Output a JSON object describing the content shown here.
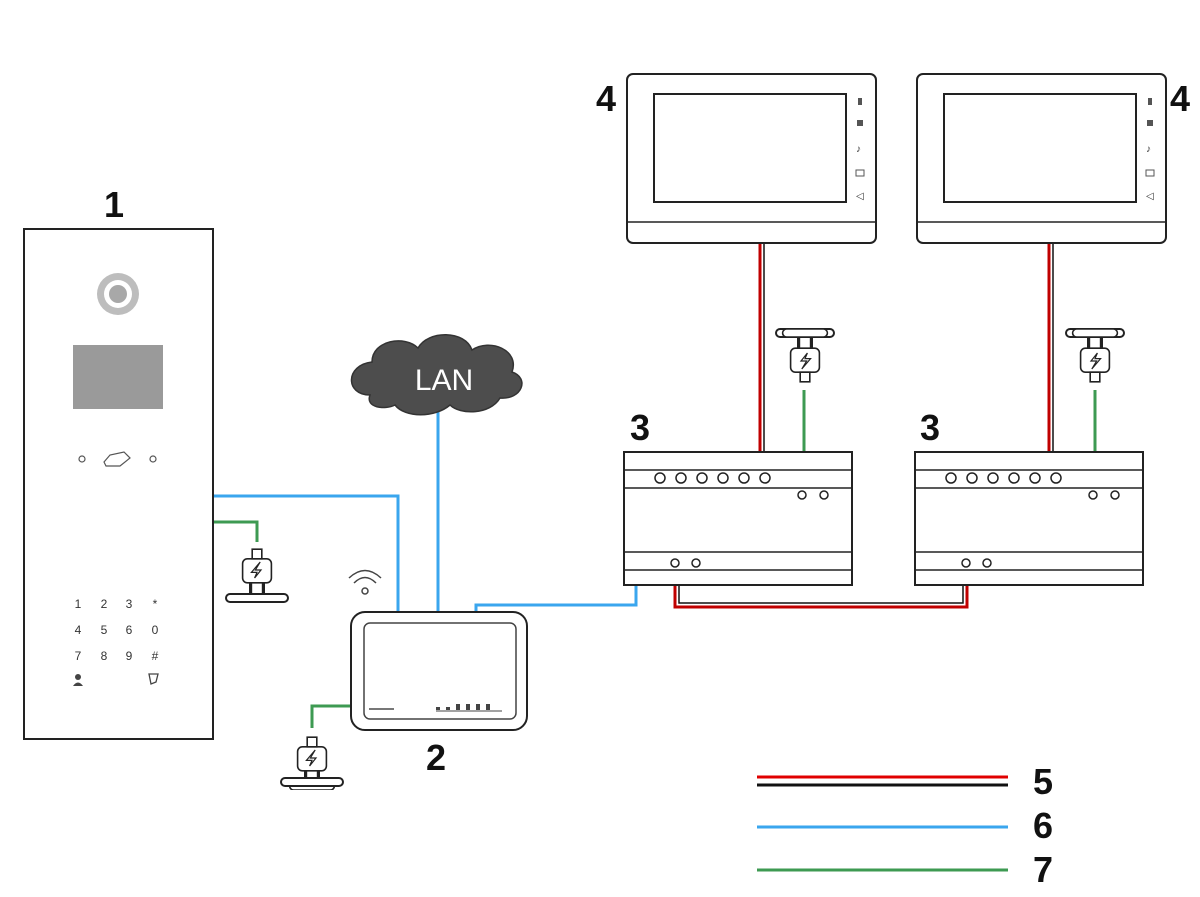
{
  "labels": {
    "door_station": "1",
    "router": "2",
    "distributor_left": "3",
    "distributor_right": "3",
    "monitor_left": "4",
    "monitor_right": "4"
  },
  "cloud": {
    "text": "LAN",
    "color": "#4d4d4d"
  },
  "keypad": {
    "keys": [
      "1",
      "2",
      "3",
      "*",
      "4",
      "5",
      "6",
      "0",
      "7",
      "8",
      "9",
      "#"
    ]
  },
  "legend": [
    {
      "number": "5",
      "colors": [
        "#e00000",
        "#111111"
      ]
    },
    {
      "number": "6",
      "colors": [
        "#3aa6ee"
      ]
    },
    {
      "number": "7",
      "colors": [
        "#3d9a52"
      ]
    }
  ],
  "colors": {
    "red_wire": "#c00000",
    "black_wire": "#111111",
    "blue_wire": "#3aa6ee",
    "green_wire": "#3d9a52"
  }
}
